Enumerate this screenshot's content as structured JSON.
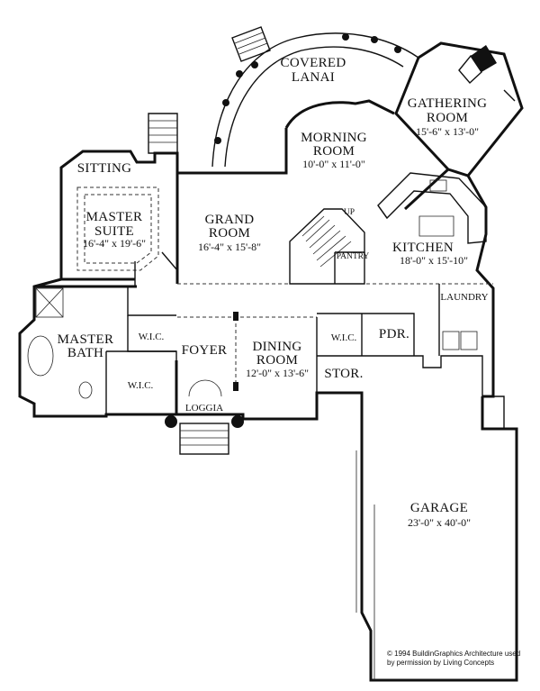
{
  "rooms": {
    "covered_lanai": {
      "line1": "COVERED",
      "line2": "LANAI"
    },
    "gathering_room": {
      "line1": "GATHERING",
      "line2": "ROOM",
      "dims": "15'-6\" x 13'-0\""
    },
    "morning_room": {
      "line1": "MORNING",
      "line2": "ROOM",
      "dims": "10'-0\" x 11'-0\""
    },
    "sitting": {
      "name": "SITTING"
    },
    "master_suite": {
      "line1": "MASTER",
      "line2": "SUITE",
      "dims": "16'-4\" x 19'-6\""
    },
    "grand_room": {
      "line1": "GRAND",
      "line2": "ROOM",
      "dims": "16'-4\" x 15'-8\""
    },
    "kitchen": {
      "name": "KITCHEN",
      "dims": "18'-0\" x 15'-10\""
    },
    "pantry": {
      "name": "PANTRY"
    },
    "laundry": {
      "name": "LAUNDRY"
    },
    "master_bath": {
      "line1": "MASTER",
      "line2": "BATH"
    },
    "wic_upper": {
      "name": "W.I.C."
    },
    "wic_lower": {
      "name": "W.I.C."
    },
    "foyer": {
      "name": "FOYER"
    },
    "dining_room": {
      "line1": "DINING",
      "line2": "ROOM",
      "dims": "12'-0\" x 13'-6\""
    },
    "wic_pdr": {
      "name": "W.I.C."
    },
    "pdr": {
      "name": "PDR."
    },
    "stor": {
      "name": "STOR."
    },
    "loggia": {
      "name": "LOGGIA"
    },
    "garage": {
      "name": "GARAGE",
      "dims": "23'-0\" x 40'-0\""
    }
  },
  "stair_label": "UP",
  "credit": {
    "line1": "© 1994 BuildinGraphics Architecture used",
    "line2": "by permission by Living Concepts"
  }
}
